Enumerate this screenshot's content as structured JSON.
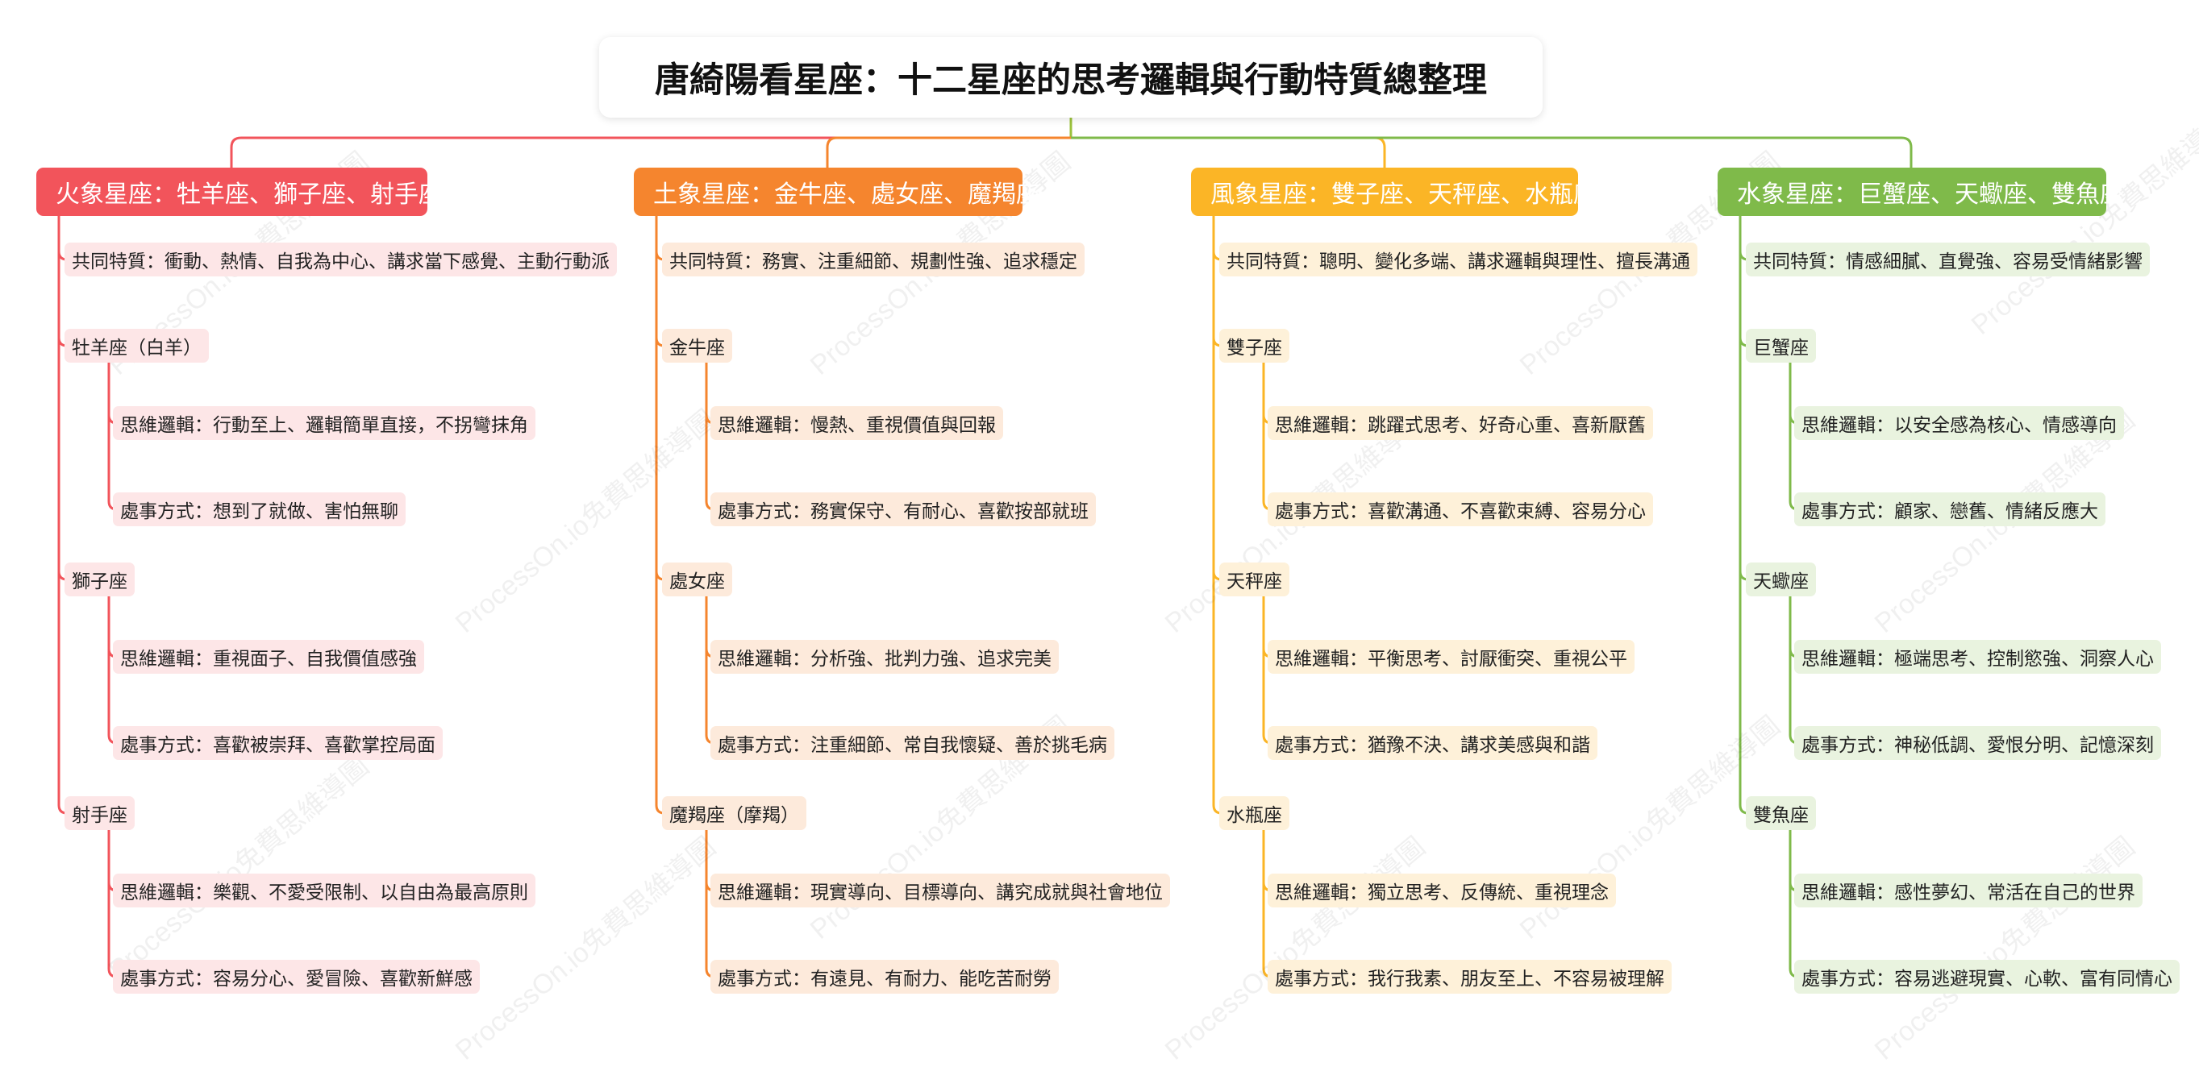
{
  "title": "唐綺陽看星座：十二星座的思考邏輯與行動特質總整理",
  "watermark": "ProcessOn.io免費思維導圖",
  "colors": {
    "root_line": "#9bc23c"
  },
  "groups": [
    {
      "label": "火象星座：牡羊座、獅子座、射手座",
      "color": "#f2545b",
      "light": "#fde6e7",
      "common": "共同特質：衝動、熱情、自我為中心、講求當下感覺、主動行動派",
      "signs": [
        {
          "name": "牡羊座（白羊）",
          "thinking": "思維邏輯：行動至上、邏輯簡單直接，不拐彎抹角",
          "action": "處事方式：想到了就做、害怕無聊"
        },
        {
          "name": "獅子座",
          "thinking": "思維邏輯：重視面子、自我價值感強",
          "action": "處事方式：喜歡被崇拜、喜歡掌控局面"
        },
        {
          "name": "射手座",
          "thinking": "思維邏輯：樂觀、不愛受限制、以自由為最高原則",
          "action": "處事方式：容易分心、愛冒險、喜歡新鮮感"
        }
      ]
    },
    {
      "label": "土象星座：金牛座、處女座、魔羯座",
      "color": "#f5852e",
      "light": "#fdeadb",
      "common": "共同特質：務實、注重細節、規劃性強、追求穩定",
      "signs": [
        {
          "name": "金牛座",
          "thinking": "思維邏輯：慢熱、重視價值與回報",
          "action": "處事方式：務實保守、有耐心、喜歡按部就班"
        },
        {
          "name": "處女座",
          "thinking": "思維邏輯：分析強、批判力強、追求完美",
          "action": "處事方式：注重細節、常自我懷疑、善於挑毛病"
        },
        {
          "name": "魔羯座（摩羯）",
          "thinking": "思維邏輯：現實導向、目標導向、講究成就與社會地位",
          "action": "處事方式：有遠見、有耐力、能吃苦耐勞"
        }
      ]
    },
    {
      "label": "風象星座：雙子座、天秤座、水瓶座",
      "color": "#fbb526",
      "light": "#fef1d9",
      "common": "共同特質：聰明、變化多端、講求邏輯與理性、擅長溝通",
      "signs": [
        {
          "name": "雙子座",
          "thinking": "思維邏輯：跳躍式思考、好奇心重、喜新厭舊",
          "action": "處事方式：喜歡溝通、不喜歡束縛、容易分心"
        },
        {
          "name": "天秤座",
          "thinking": "思維邏輯：平衡思考、討厭衝突、重視公平",
          "action": "處事方式：猶豫不決、講求美感與和諧"
        },
        {
          "name": "水瓶座",
          "thinking": "思維邏輯：獨立思考、反傳統、重視理念",
          "action": "處事方式：我行我素、朋友至上、不容易被理解"
        }
      ]
    },
    {
      "label": "水象星座：巨蟹座、天蠍座、雙魚座",
      "color": "#7fba4a",
      "light": "#e9f3df",
      "common": "共同特質：情感細膩、直覺強、容易受情緒影響",
      "signs": [
        {
          "name": "巨蟹座",
          "thinking": "思維邏輯：以安全感為核心、情感導向",
          "action": "處事方式：顧家、戀舊、情緒反應大"
        },
        {
          "name": "天蠍座",
          "thinking": "思維邏輯：極端思考、控制慾強、洞察人心",
          "action": "處事方式：神秘低調、愛恨分明、記憶深刻"
        },
        {
          "name": "雙魚座",
          "thinking": "思維邏輯：感性夢幻、常活在自己的世界",
          "action": "處事方式：容易逃避現實、心軟、富有同情心"
        }
      ]
    }
  ]
}
